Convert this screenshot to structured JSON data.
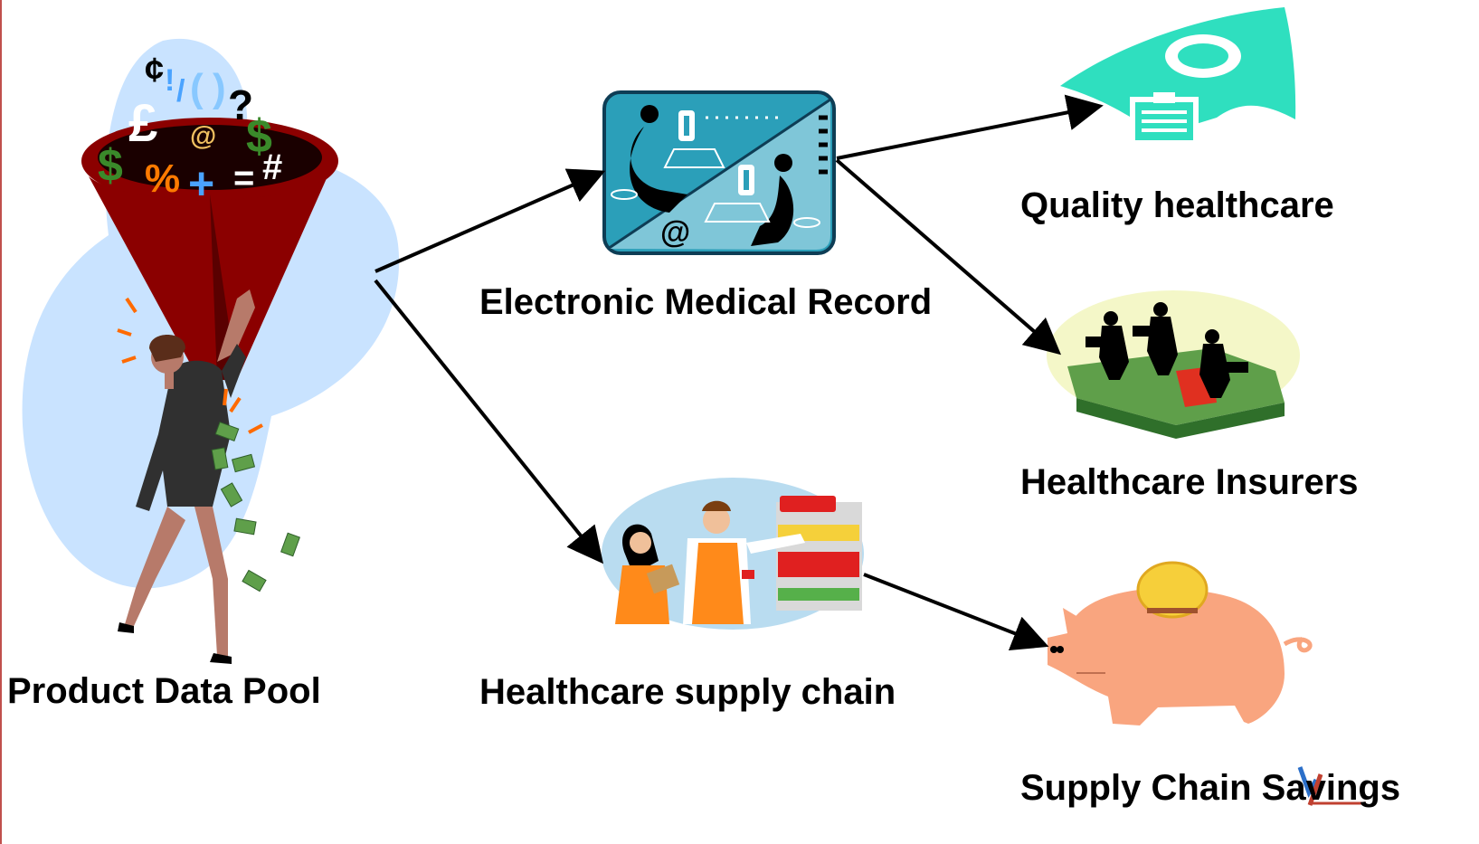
{
  "nodes": {
    "product_data_pool": {
      "label": "Product Data Pool"
    },
    "electronic_medical_record": {
      "label": "Electronic Medical Record"
    },
    "healthcare_supply_chain": {
      "label": "Healthcare supply chain"
    },
    "quality_healthcare": {
      "label": "Quality healthcare"
    },
    "healthcare_insurers": {
      "label": "Healthcare Insurers"
    },
    "supply_chain_savings": {
      "label": "Supply Chain Savings"
    }
  },
  "funnel_symbols": [
    "¢",
    "!",
    "/",
    "(",
    ")",
    "£",
    "@",
    "?",
    "$",
    "$",
    "%",
    "+",
    "=",
    "#"
  ],
  "emr_at_symbol": "@",
  "icons": {
    "funnel": "funnel-businesswoman-icon",
    "emr": "computer-workstations-icon",
    "supply": "grocery-workers-icon",
    "quality": "nurse-clipboard-icon",
    "insurers": "businessmen-on-money-icon",
    "savings": "piggy-bank-icon"
  },
  "colors": {
    "funnel": "#8b0000",
    "blob": "#c9e3ff",
    "emr_panel": "#2b9fb9",
    "quality": "#2fdfbf",
    "pig": "#f9a57f",
    "coin": "#f6cf3a",
    "money": "#5f9f4a"
  }
}
